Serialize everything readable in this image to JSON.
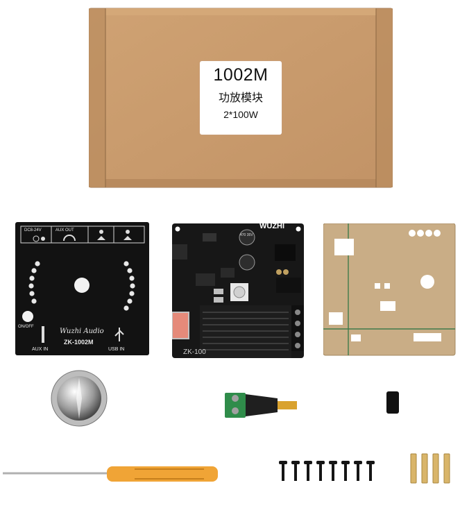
{
  "box_label": {
    "model": "1002M",
    "name_cn": "功放模块",
    "power": "2*100W"
  },
  "panel": {
    "dc_in": "DC8-24V",
    "aux_out": "AUX OUT",
    "on_off": "ON/OFF",
    "brand_script": "Wuzhi Audio",
    "model": "ZK-1002M",
    "aux_in": "AUX IN",
    "usb_in": "USB IN"
  },
  "board": {
    "brand": "WUZHI",
    "model": "ZK-100",
    "cap_rating": "470 35V"
  },
  "colors": {
    "cardboard": "#c79a6c",
    "panel": "#121212",
    "heatsink": "#1a1a1a",
    "acrylic": "#c9ad86",
    "screwdriver_handle": "#f0a436"
  }
}
